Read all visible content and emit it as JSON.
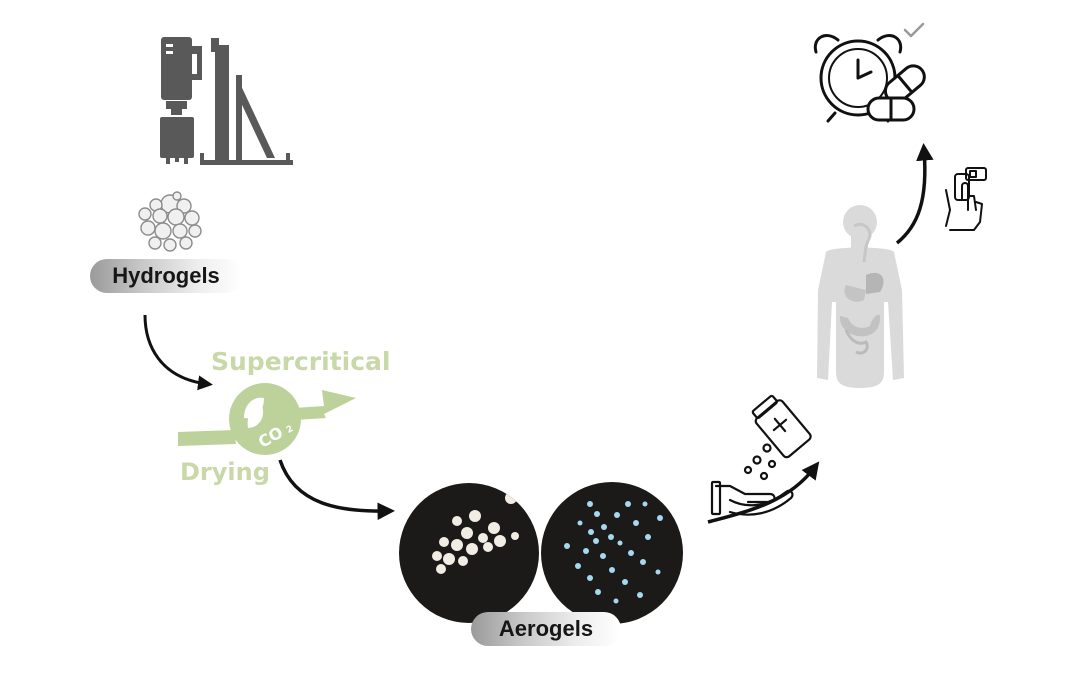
{
  "labels": {
    "hydrogels": "Hydrogels",
    "supercritical": "Supercritical",
    "drying": "Drying",
    "aerogels": "Aerogels",
    "co2": "CO",
    "co2_sub": "2"
  },
  "colors": {
    "arrow": "#111111",
    "machine": "#595959",
    "green_text": "#c8d8a8",
    "green_shape": "#bdd19b",
    "body_silhouette": "#dadada",
    "dish_background": "#1c1a19",
    "bead_white": "#f1ede4",
    "bead_blue": "#a6d8ee"
  },
  "icons": [
    "encapsulator-machine-icon",
    "bead-cluster-icon",
    "leaf-icon",
    "aerogel-dish-white-icon",
    "aerogel-dish-blue-icon",
    "hand-pills-bottle-icon",
    "human-body-digestive-icon",
    "finger-inhaler-icon",
    "alarm-clock-icon",
    "capsule-icon",
    "checkmark-icon"
  ]
}
